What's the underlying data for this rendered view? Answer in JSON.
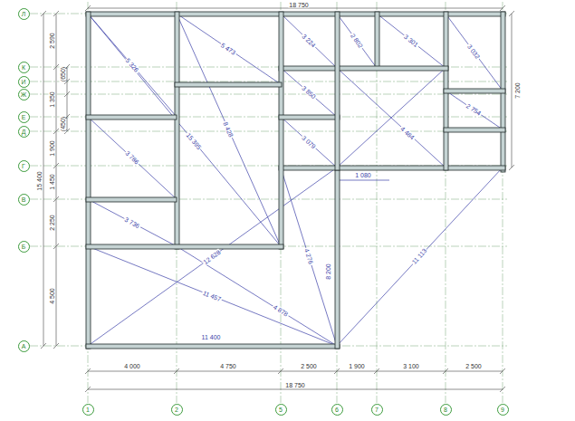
{
  "diagram": {
    "nodes": [
      {
        "text": [
          "Л"
        ]
      },
      {
        "text": [
          "К"
        ]
      },
      {
        "text": [
          "И"
        ]
      },
      {
        "text": [
          "Ж"
        ]
      },
      {
        "text": [
          "Е"
        ]
      },
      {
        "text": [
          "Д"
        ]
      },
      {
        "text": [
          "Г"
        ]
      },
      {
        "text": [
          "В"
        ]
      },
      {
        "text": [
          "Б"
        ]
      },
      {
        "text": [
          "А"
        ]
      },
      {
        "text": [
          "1"
        ]
      },
      {
        "text": [
          "2"
        ]
      },
      {
        "text": [
          "5"
        ]
      },
      {
        "text": [
          "6"
        ]
      },
      {
        "text": [
          "7"
        ]
      },
      {
        "text": [
          "8"
        ]
      },
      {
        "text": [
          "9"
        ]
      }
    ],
    "labels": [
      "18 750",
      "2 590",
      "1 350",
      "1 900",
      "1 450",
      "2 250",
      "4 500",
      "(650)",
      "(450)",
      "15 400",
      "7 200",
      "4 000",
      "4 750",
      "2 500",
      "1 900",
      "3 100",
      "2 500",
      "18 750",
      "5 326",
      "5 473",
      "3 224",
      "2 802",
      "3 301",
      "3 032",
      "3 850",
      "3 079",
      "4 484",
      "2 754",
      "3 786",
      "3 736",
      "15 395",
      "8 428",
      "11 457",
      "12 628",
      "4 276",
      "4 878",
      "11 113",
      "1 080",
      "8 200",
      "11 400"
    ]
  }
}
